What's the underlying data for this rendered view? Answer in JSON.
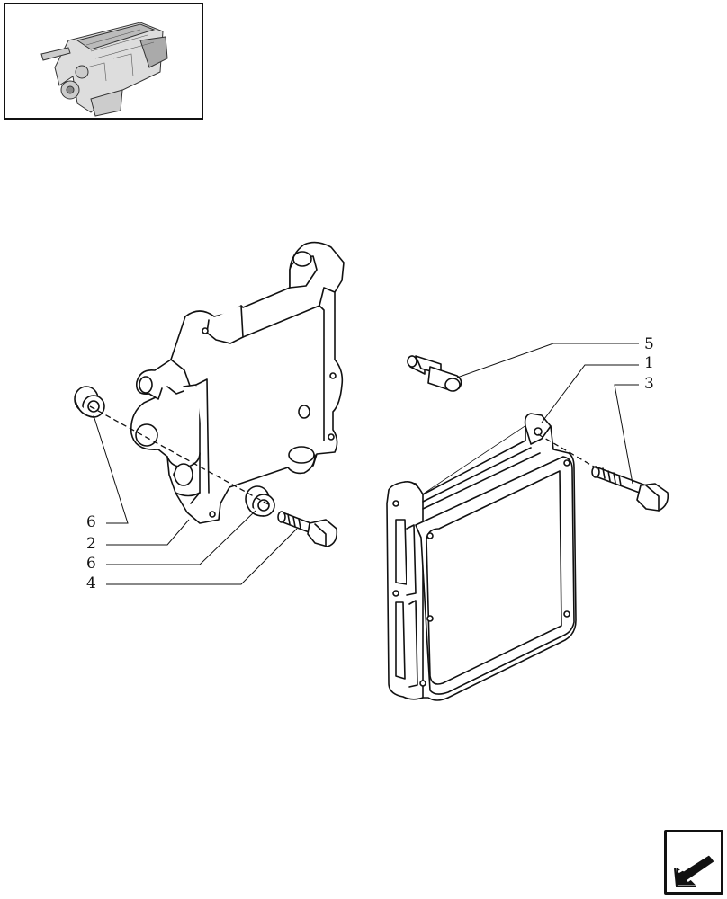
{
  "callouts": [
    {
      "id": "c5",
      "label": "5"
    },
    {
      "id": "c1",
      "label": "1"
    },
    {
      "id": "c3",
      "label": "3"
    },
    {
      "id": "c6a",
      "label": "6"
    },
    {
      "id": "c2",
      "label": "2"
    },
    {
      "id": "c6b",
      "label": "6"
    },
    {
      "id": "c4",
      "label": "4"
    }
  ],
  "icons": {
    "thumbnail": "engine-thumbnail-icon",
    "navigation": "next-page-arrow-icon"
  },
  "colors": {
    "line": "#111111",
    "background": "#ffffff"
  }
}
